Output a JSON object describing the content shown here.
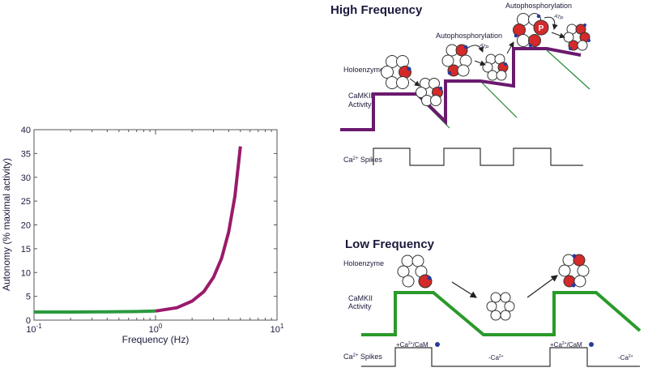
{
  "chart_data": {
    "type": "line",
    "xscale": "log",
    "xlim": [
      0.1,
      10
    ],
    "ylim": [
      0,
      40
    ],
    "xlabel": "Frequency (Hz)",
    "ylabel": "Autonomy (% maximal activity)",
    "x_tick_labels": [
      {
        "base": "10",
        "exp": "-1"
      },
      {
        "base": "10",
        "exp": "0"
      },
      {
        "base": "10",
        "exp": "1"
      }
    ],
    "y_tick_labels": [
      "0",
      "5",
      "10",
      "15",
      "20",
      "25",
      "30",
      "35",
      "40"
    ],
    "series": [
      {
        "color": "#2a9a3e",
        "x": [
          0.1,
          0.2,
          0.4,
          0.7,
          1.0
        ],
        "y": [
          1.7,
          1.7,
          1.75,
          1.8,
          1.9
        ]
      },
      {
        "color": "#9a1a6a",
        "x": [
          1.0,
          1.5,
          2.0,
          2.5,
          3.0,
          3.5,
          4.0,
          4.5,
          5.0
        ],
        "y": [
          1.9,
          2.6,
          4.0,
          6.0,
          9.0,
          13.0,
          18.5,
          26.0,
          36.5
        ]
      }
    ]
  },
  "high_frequency": {
    "title": "High Frequency",
    "holoenzyme_label": "Holoenzyme",
    "autophos_label_1": "Autophosphorylation",
    "autophos_label_2": "Autophosphorylation",
    "atp_label_1": "ATP",
    "atp_label_2": "ATP",
    "p_badge": "P",
    "activity_label_1": "CaMKII",
    "activity_label_2": "Activity",
    "spikes_label": "Ca",
    "spikes_sup": "2+",
    "spikes_suffix": " Spikes",
    "activity_color": "#6a1a6e",
    "decay_color": "#2a8a3a"
  },
  "low_frequency": {
    "title": "Low Frequency",
    "holoenzyme_label": "Holoenzyme",
    "activity_label_1": "CaMKII",
    "activity_label_2": "Activity",
    "spikes_label": "Ca",
    "spikes_sup": "2+",
    "spikes_suffix": " Spikes",
    "plus_ca_1": "+Ca",
    "plus_ca_2": "+Ca",
    "cam_suffix": "/CaM",
    "minus_ca_1": "-Ca",
    "minus_ca_2": "-Ca",
    "ion_sup": "2+",
    "activity_color": "#2a9a2a"
  }
}
